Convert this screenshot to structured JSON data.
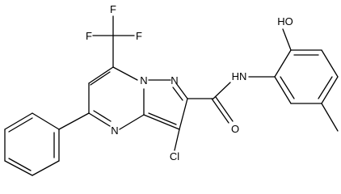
{
  "molecule": {
    "atom_labels": {
      "F_left": "F",
      "F_top": "F",
      "F_right": "F",
      "HO": "HO",
      "HN": "HN",
      "N_bridge": "N",
      "N_pyrazole": "N",
      "N_pyrimidine": "N",
      "O_carbonyl": "O",
      "Cl": "Cl"
    }
  }
}
